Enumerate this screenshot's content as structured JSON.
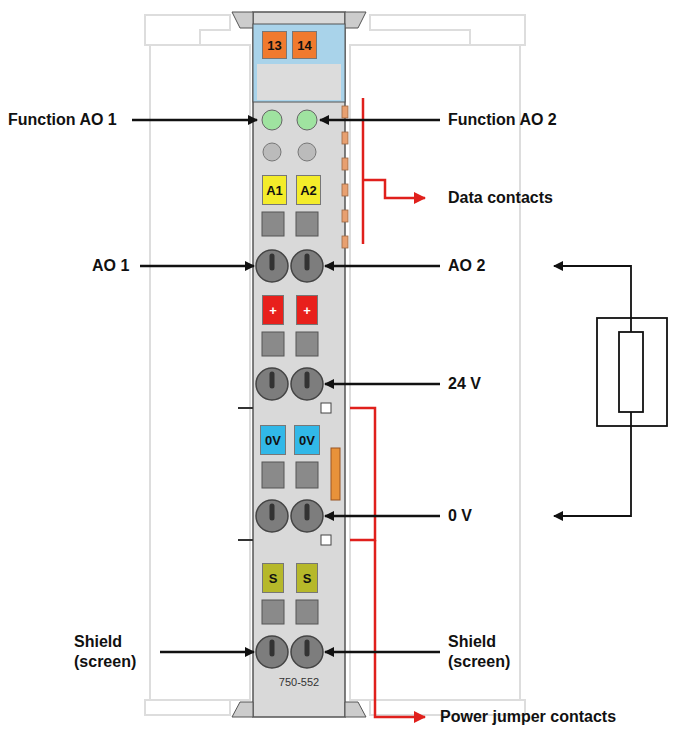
{
  "diagram": {
    "labels": [
      "13",
      "14",
      "Function AO 1",
      "Function AO 2",
      "Data contacts",
      "A1",
      "A2",
      "AO 1",
      "AO 2",
      "+",
      "+",
      "24 V",
      "0V",
      "0V",
      "0 V",
      "S",
      "S",
      "Shield (screen)",
      "Shield (screen)",
      "750-552",
      "Power jumper contacts"
    ]
  }
}
